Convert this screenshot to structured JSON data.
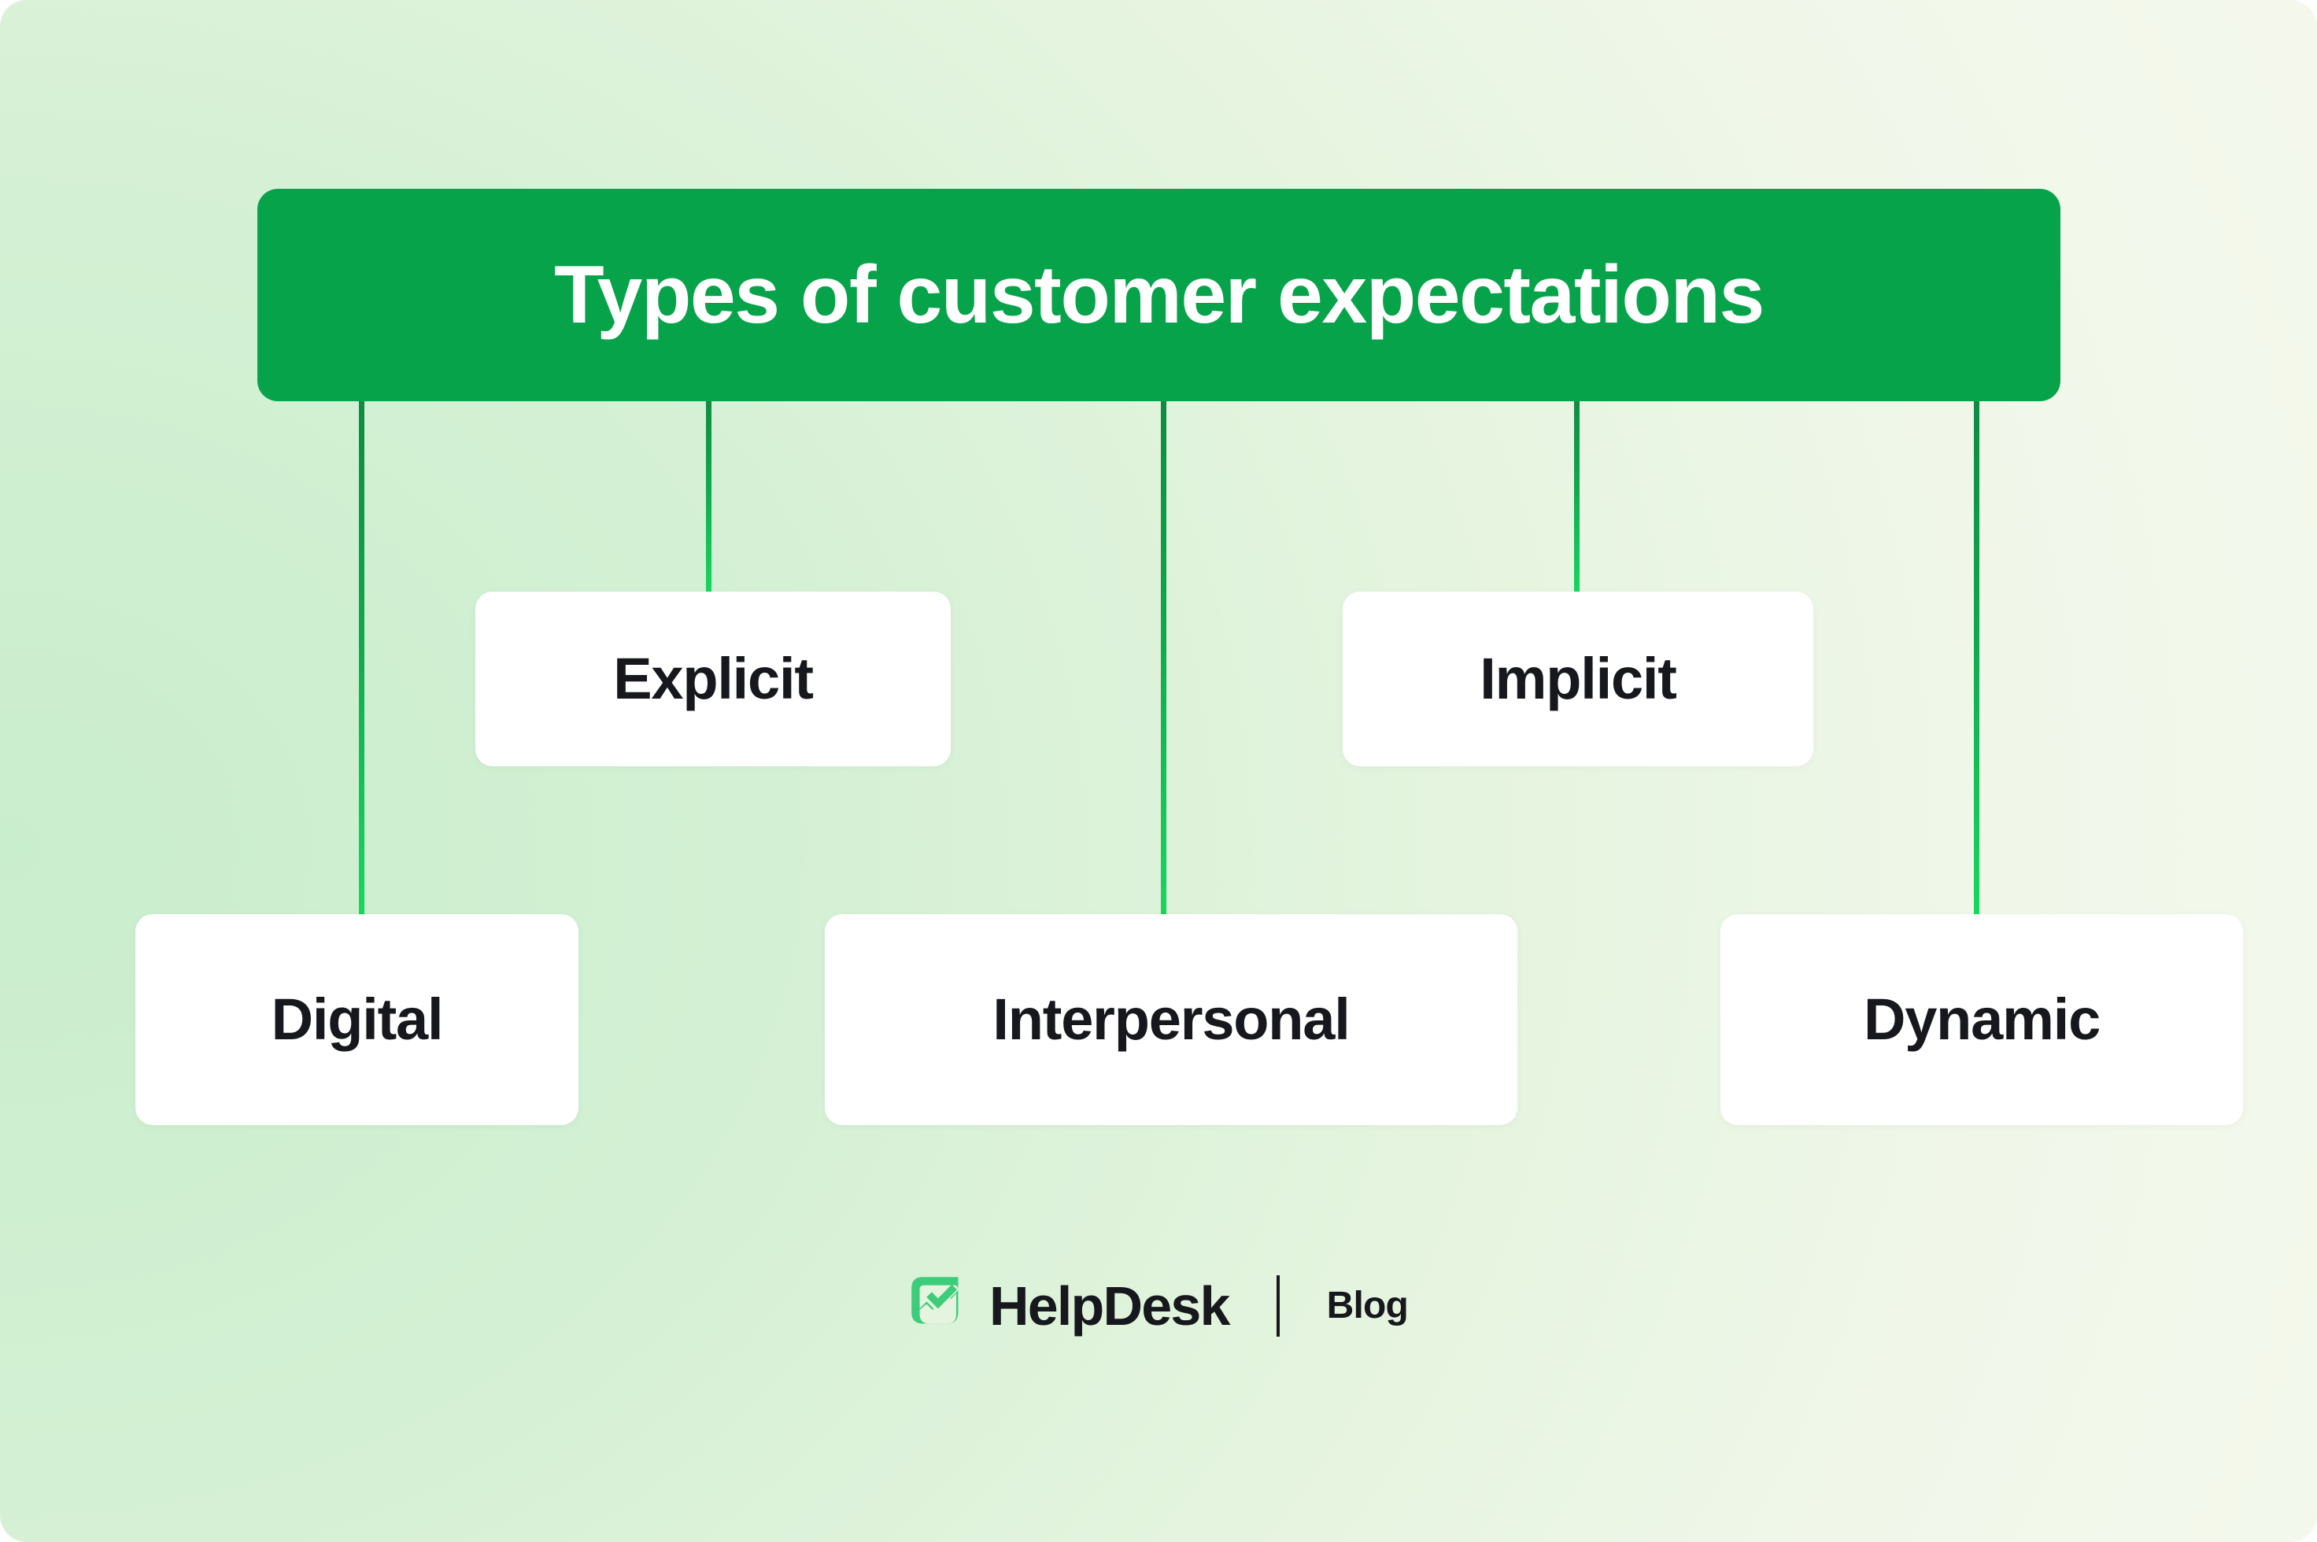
{
  "diagram": {
    "type": "hierarchy-tree",
    "root": {
      "label": "Types of customer expectations",
      "accent_color": "#07A34A",
      "text_color": "#FFFFFF"
    },
    "children": [
      {
        "label": "Digital",
        "row": "bottom",
        "card_color": "#FFFFFF",
        "text_color": "#16181D"
      },
      {
        "label": "Explicit",
        "row": "middle",
        "card_color": "#FFFFFF",
        "text_color": "#16181D"
      },
      {
        "label": "Interpersonal",
        "row": "bottom",
        "card_color": "#FFFFFF",
        "text_color": "#16181D"
      },
      {
        "label": "Implicit",
        "row": "middle",
        "card_color": "#FFFFFF",
        "text_color": "#16181D"
      },
      {
        "label": "Dynamic",
        "row": "bottom",
        "card_color": "#FFFFFF",
        "text_color": "#16181D"
      }
    ],
    "connector_color_top": "#0E8A43",
    "connector_color_bottom": "#17D85F"
  },
  "background": {
    "color_left": "#C9EECD",
    "color_right": "#F6F9EE"
  },
  "brand": {
    "logo_icon": "helpdesk-checkmark-icon",
    "logo_color": "#3DCC79",
    "name": "HelpDesk",
    "divider": "|",
    "section": "Blog"
  }
}
